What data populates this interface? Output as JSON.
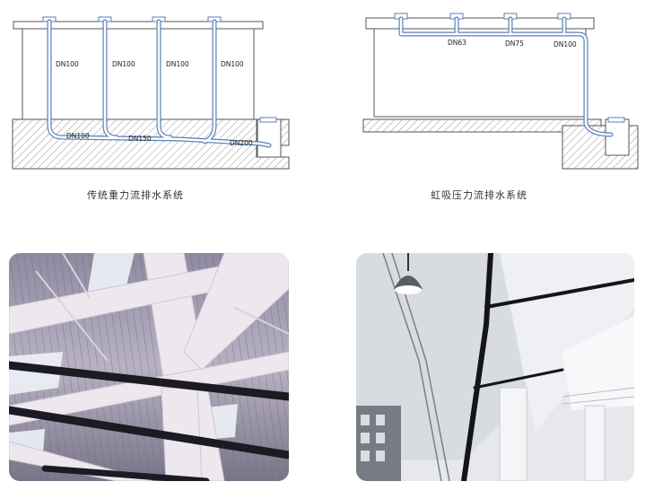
{
  "gravity_diagram": {
    "caption": "传统重力流排水系统",
    "pipe_labels": {
      "v1": "DN100",
      "v2": "DN100",
      "v3": "DN100",
      "v4": "DN100",
      "h1": "DN100",
      "h2": "DN150",
      "h3": "DN200"
    }
  },
  "siphon_diagram": {
    "caption": "虹吸压力流排水系统",
    "pipe_labels": {
      "h1": "DN63",
      "h2": "DN75",
      "h3": "DN100"
    }
  },
  "colors": {
    "pipe": "#5b7fb8",
    "pipe_fill": "#ffffff",
    "hatch": "#999999",
    "outline": "#555555"
  }
}
